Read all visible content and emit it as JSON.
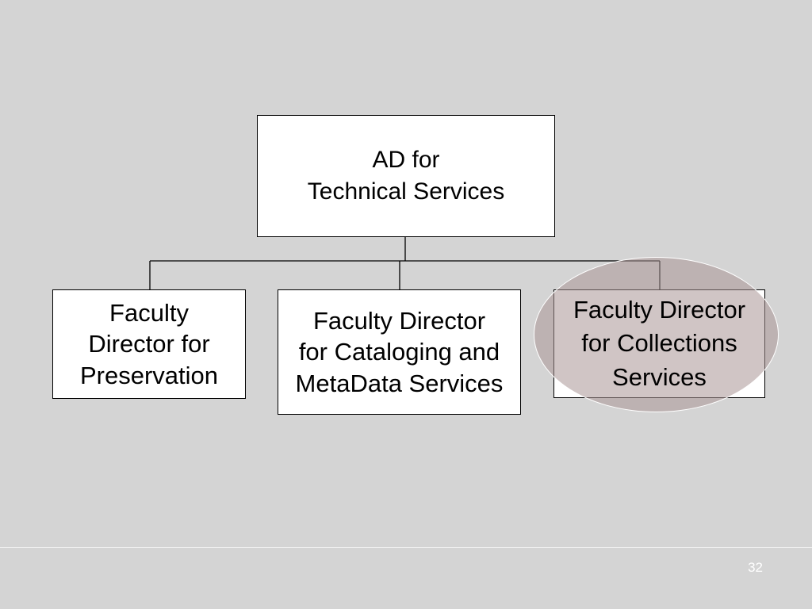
{
  "org_chart": {
    "root": {
      "label": "AD for\nTechnical Services"
    },
    "children": [
      {
        "label": "Faculty\nDirector for\nPreservation"
      },
      {
        "label": "Faculty Director\nfor Cataloging and\nMetaData Services"
      },
      {
        "label": "Faculty Director\nfor Collections\nServices",
        "highlighted": true
      }
    ]
  },
  "footer": {
    "page_number": "32"
  },
  "colors": {
    "background": "#d4d4d4",
    "box_fill": "#ffffff",
    "border": "#000000",
    "highlight": "#b0a0a0"
  }
}
